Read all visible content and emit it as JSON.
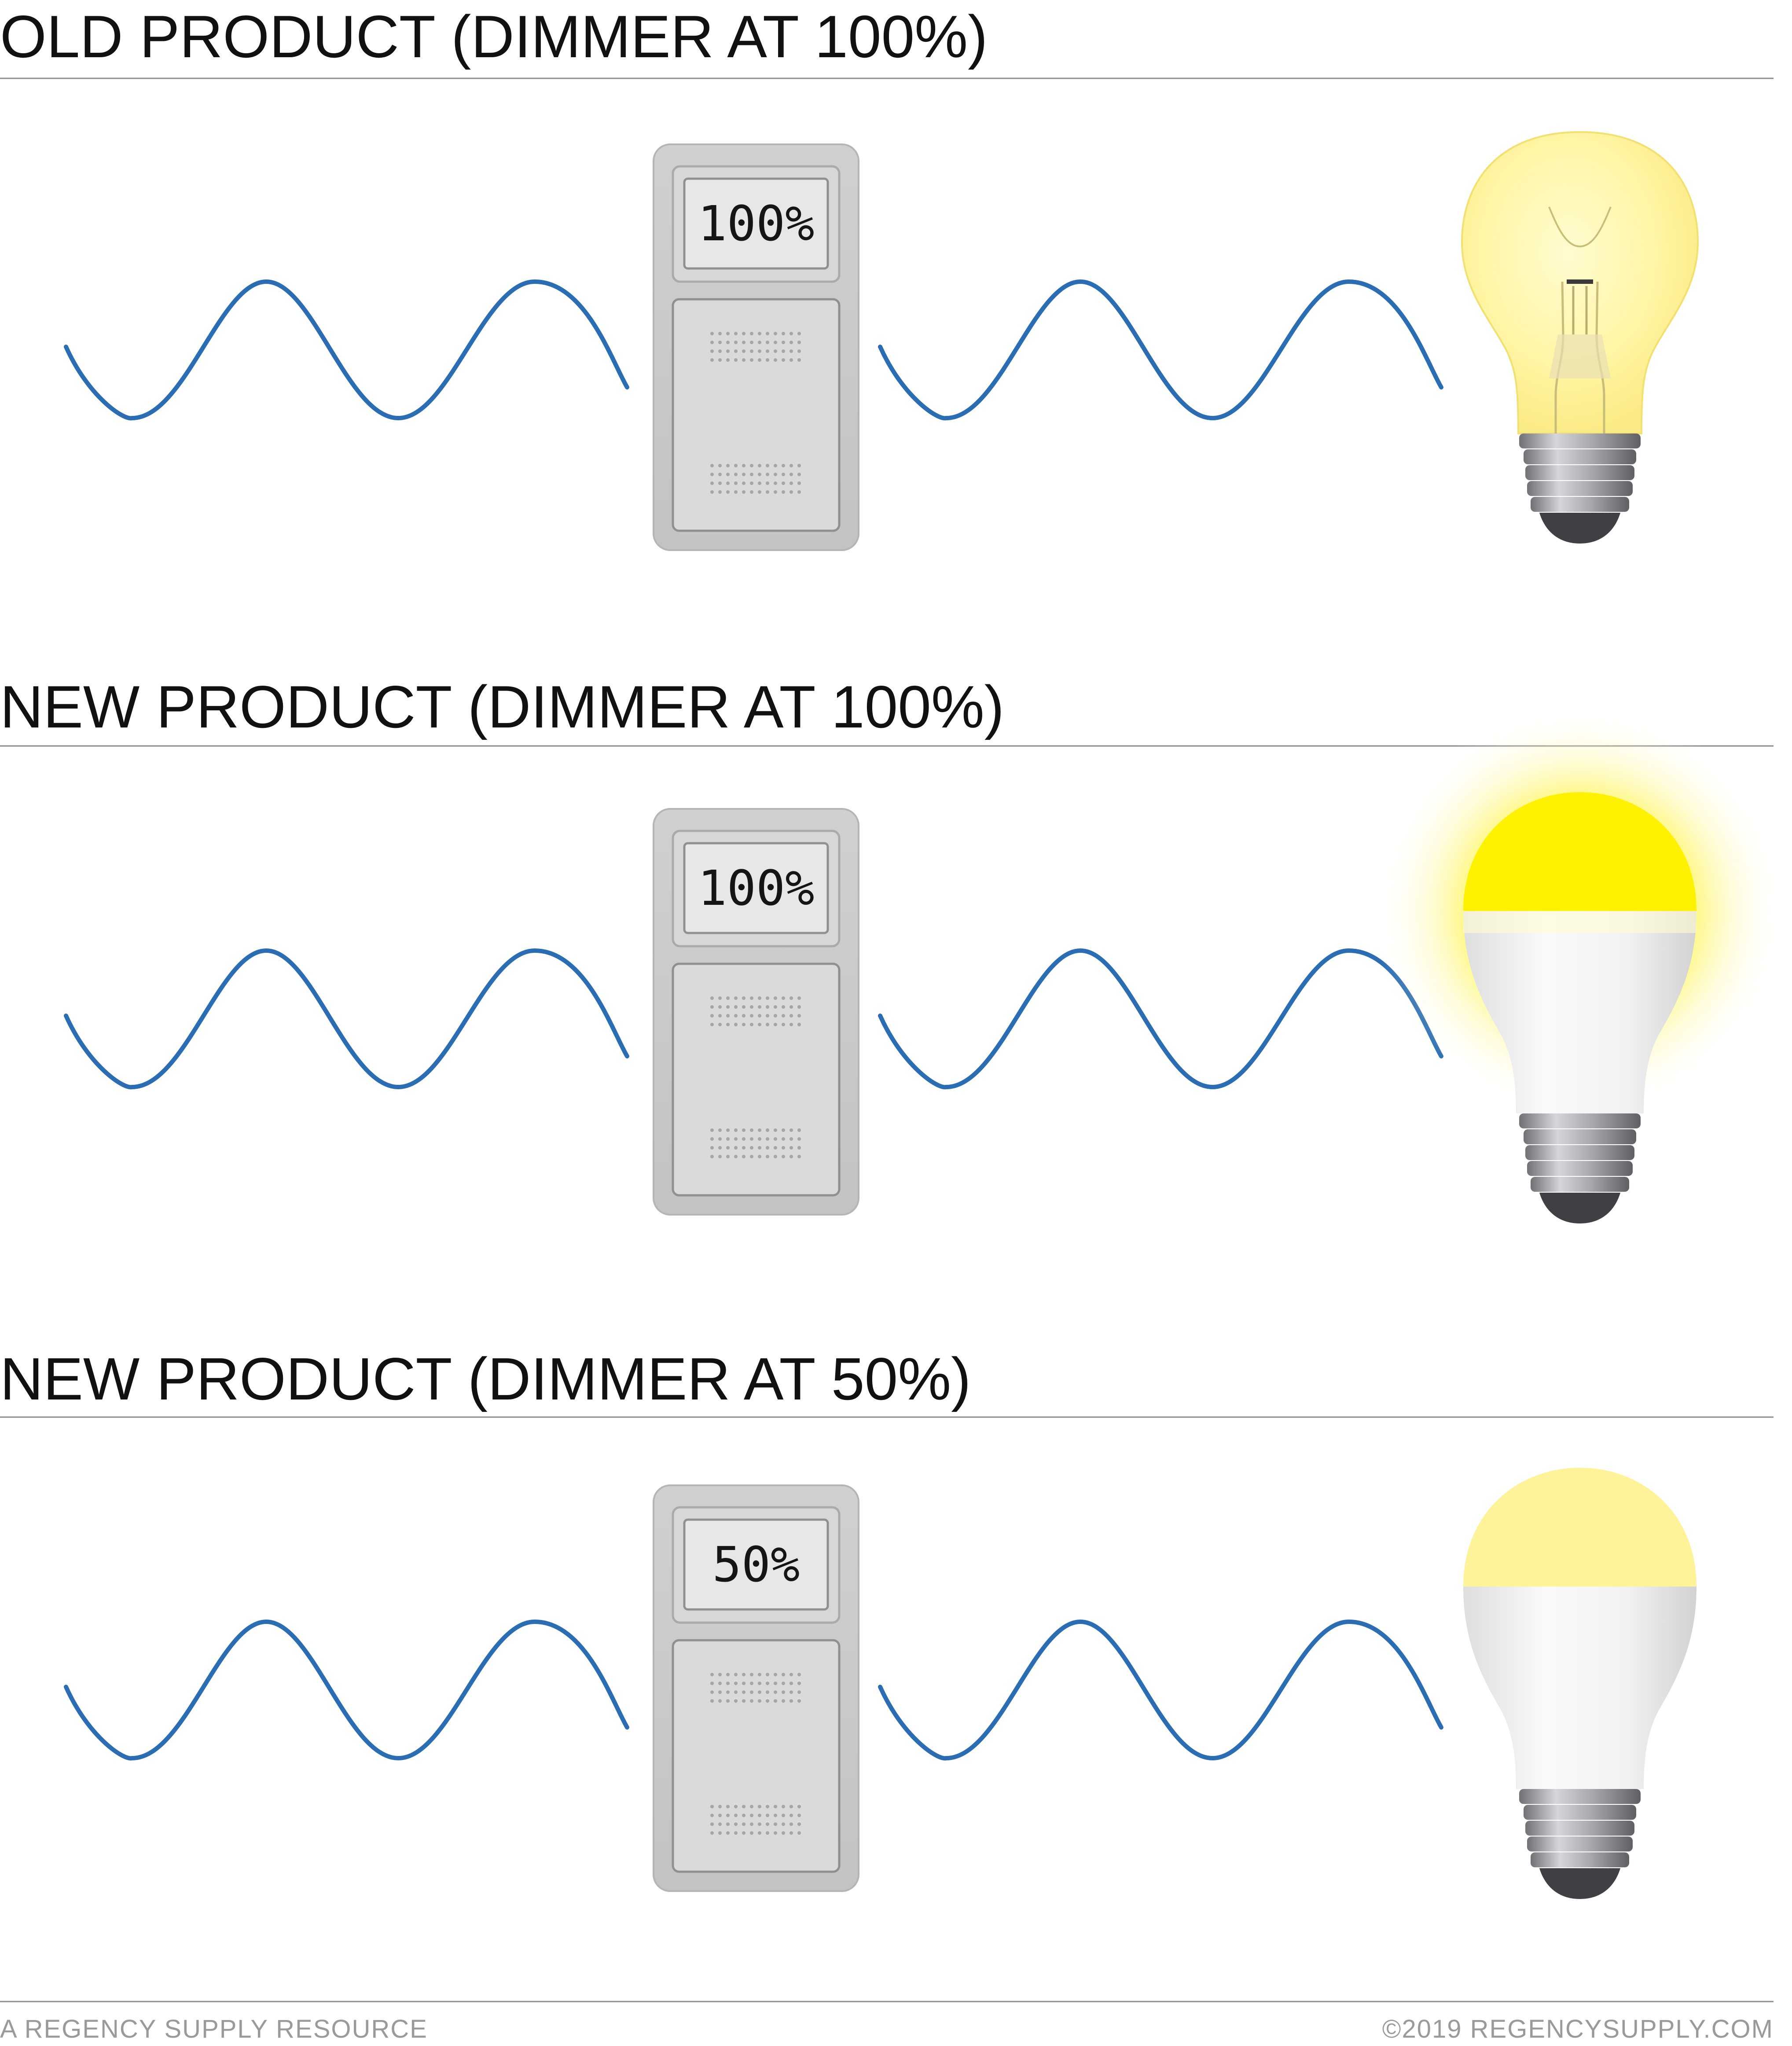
{
  "colors": {
    "wave": "#2a6db3",
    "rule": "#8a8a8a",
    "heading": "#111111",
    "footer": "#9a9a9a",
    "switch_plate": "#c8c9cb",
    "switch_face": "#d9dadc",
    "lcd_screen": "#e2e3e3",
    "glow": "#fff200",
    "bulb_warm": "#fff7a8",
    "led_top_bright": "#fff200",
    "led_top_dim": "#fff39a",
    "led_body": "#f1f1f1",
    "base_metal": "#9ea0a4"
  },
  "panels": [
    {
      "heading": "OLD PRODUCT (DIMMER AT 100%)",
      "dimmer_level": "100%",
      "bulb_type": "incandescent",
      "brightness": 1.0,
      "icons": {
        "wave_in": "sine-wave-icon",
        "dimmer": "dimmer-switch-icon",
        "wave_out": "sine-wave-icon",
        "bulb": "incandescent-bulb-icon"
      }
    },
    {
      "heading": "NEW PRODUCT (DIMMER AT 100%)",
      "dimmer_level": "100%",
      "bulb_type": "led",
      "brightness": 1.0,
      "icons": {
        "wave_in": "sine-wave-icon",
        "dimmer": "dimmer-switch-icon",
        "wave_out": "sine-wave-icon",
        "bulb": "led-bulb-icon"
      }
    },
    {
      "heading": "NEW PRODUCT (DIMMER AT 50%)",
      "dimmer_level": "50%",
      "bulb_type": "led",
      "brightness": 0.5,
      "icons": {
        "wave_in": "sine-wave-icon",
        "dimmer": "dimmer-switch-icon",
        "wave_out": "sine-wave-icon",
        "bulb": "led-bulb-icon"
      }
    }
  ],
  "footer": {
    "left": "A REGENCY SUPPLY RESOURCE",
    "right": "©2019 REGENCYSUPPLY.COM"
  }
}
